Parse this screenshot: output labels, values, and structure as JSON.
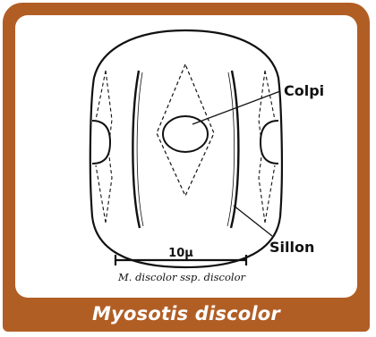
{
  "figure": {
    "caption": "Myosotis discolor",
    "labels": {
      "colpi": "Colpi",
      "sillon": "Sillon"
    },
    "scale_bar": "10µ",
    "specimen_caption": "M. discolor ssp. discolor"
  },
  "colors": {
    "frame": "#b15e25",
    "panel": "#ffffff",
    "line": "#111111"
  }
}
